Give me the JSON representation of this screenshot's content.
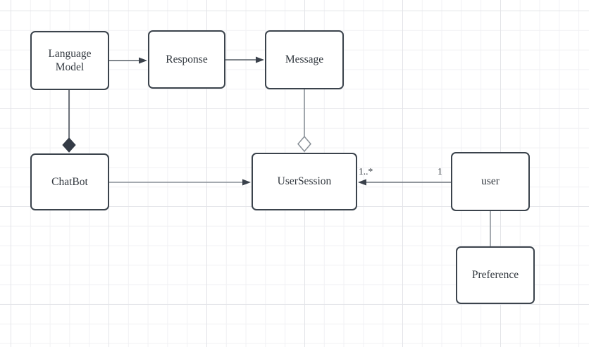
{
  "canvas": {
    "kind": "diagram-editor-canvas",
    "background_color": "#ffffff",
    "grid_minor_color": "#f1f1f4",
    "grid_major_color": "#e3e4e8"
  },
  "colors": {
    "node_border": "#3b434c",
    "node_fill": "#ffffff",
    "node_text": "#32383f",
    "connector_dark": "#575e67",
    "connector_gray": "#878e96",
    "arrowhead_fill": "#3a414b",
    "composition_diamond_fill": "#343b46"
  },
  "diagram": {
    "type": "uml-class-diagram",
    "nodes": [
      {
        "id": "language-model",
        "label": "Language Model"
      },
      {
        "id": "response",
        "label": "Response"
      },
      {
        "id": "message",
        "label": "Message"
      },
      {
        "id": "chatbot",
        "label": "ChatBot"
      },
      {
        "id": "usersession",
        "label": "UserSession"
      },
      {
        "id": "user",
        "label": "user"
      },
      {
        "id": "preference",
        "label": "Preference"
      }
    ],
    "edges": [
      {
        "from": "Language Model",
        "to": "Response",
        "type": "directed-association",
        "arrow": "filled-triangle"
      },
      {
        "from": "Response",
        "to": "Message",
        "type": "directed-association",
        "arrow": "filled-triangle"
      },
      {
        "from": "ChatBot",
        "to": "Language Model",
        "type": "composition",
        "diamond": "filled",
        "diamond_at": "ChatBot"
      },
      {
        "from": "UserSession",
        "to": "Message",
        "type": "aggregation",
        "diamond": "open",
        "diamond_at": "UserSession"
      },
      {
        "from": "ChatBot",
        "to": "UserSession",
        "type": "directed-association",
        "arrow": "filled-triangle"
      },
      {
        "from": "user",
        "to": "UserSession",
        "type": "directed-association",
        "arrow": "filled-triangle",
        "source_multiplicity": "1",
        "target_multiplicity": "1..*"
      },
      {
        "from": "user",
        "to": "Preference",
        "type": "association"
      }
    ]
  }
}
